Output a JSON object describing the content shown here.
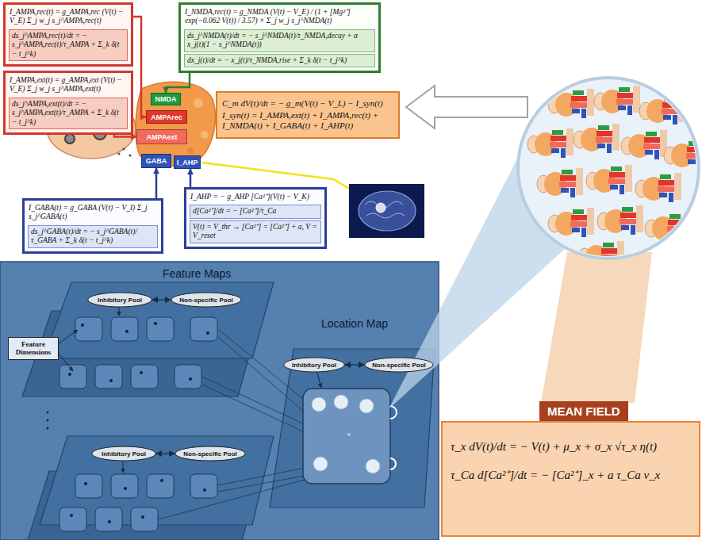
{
  "diagram": {
    "nodes": [
      {
        "text": [
          "I_AMPA,rec(t) = g_AMPA,rec (V(t) − V_E) Σ_j w_j s_j^AMPA,rec(t)",
          "ds_j^AMPA,rec(t)/dt = − s_j^AMPA,rec(t)/τ_AMPA + Σ_k δ(t − t_j^k)"
        ]
      },
      {
        "text": [
          "I_AMPA,ext(t) = g_AMPA,ext (V(t) − V_E) Σ_j w_j s_j^AMPA,ext(t)",
          "ds_j^AMPA,ext(t)/dt = − s_j^AMPA,ext(t)/τ_AMPA + Σ_k δ(t − t_j^k)"
        ]
      },
      {
        "text": [
          "I_NMDA,rec(t) = g_NMDA (V(t) − V_E) / (1 + [Mg²⁺] exp(−0.062 V(t)) / 3.57) × Σ_j w_j s_j^NMDA(t)",
          "ds_j^NMDA(t)/dt = − s_j^NMDA(t)/τ_NMDA,decay + α x_j(t)(1 − s_j^NMDA(t))",
          "dx_j(t)/dt = − x_j(t)/τ_NMDA,rise + Σ_k δ(t − t_j^k)"
        ]
      },
      {
        "text": [
          "NMDA"
        ]
      },
      {
        "text": [
          "AMPArec"
        ]
      },
      {
        "text": [
          "AMPAext"
        ]
      },
      {
        "text": [
          "GABA"
        ]
      },
      {
        "text": [
          "I_AHP"
        ]
      },
      {
        "text": [
          "C_m dV(t)/dt = − g_m(V(t) − V_L) − I_syn(t)",
          "I_syn(t) = I_AMPA,ext(t) + I_AMPA,rec(t) + I_NMDA(t) + I_GABA(t) + I_AHP(t)"
        ]
      },
      {
        "text": [
          "I_GABA(t) = g_GABA (V(t) − V_I) Σ_j s_j^GABA(t)",
          "ds_j^GABA(t)/dt = − s_j^GABA(t)/τ_GABA + Σ_k δ(t − t_j^k)"
        ]
      },
      {
        "text": [
          "I_AHP = − g_AHP [Ca²⁺](V(t) − V_K)",
          "d[Ca²⁺]/dt = − [Ca²⁺]/τ_Ca",
          "V(t) = V_thr → [Ca²⁺] = [Ca²⁺] + a, V = V_reset"
        ]
      },
      {
        "text": [
          "Feature Maps"
        ]
      },
      {
        "text": [
          "Inhibitory Pool"
        ],
        "in": 11
      },
      {
        "text": [
          "Non-specific Pool"
        ],
        "in": 11
      },
      {
        "text": [
          "Feature Dimensions"
        ],
        "in": 11
      },
      {
        "text": [
          "Location Map"
        ],
        "in": 11
      },
      {
        "text": [
          "Inhibitory Pool"
        ],
        "in": 15
      },
      {
        "text": [
          "Non-specific Pool"
        ],
        "in": 15
      },
      {
        "text": [
          "Inhibitory Pool"
        ],
        "in": 11
      },
      {
        "text": [
          "Non-specific Pool"
        ],
        "in": 11
      },
      {
        "text": [
          "MEAN FIELD",
          "τ_x dV(t)/dt = − V(t) + μ_x + σ_x √τ_x η(t)",
          "τ_Ca d[Ca²⁺]/dt = − [Ca²⁺]_x + a τ_Ca v_x"
        ]
      }
    ],
    "edges": [
      {
        "from": 0,
        "to": 4,
        "arrow": "to"
      },
      {
        "from": 1,
        "to": 5,
        "arrow": "to"
      },
      {
        "from": 2,
        "to": 3,
        "arrow": "to"
      },
      {
        "from": 9,
        "to": 6,
        "arrow": "to"
      },
      {
        "from": 10,
        "to": 7,
        "arrow": "to"
      },
      {
        "from": 12,
        "to": 13,
        "arrow": "both"
      },
      {
        "from": 16,
        "to": 17,
        "arrow": "both"
      },
      {
        "from": 18,
        "to": 19,
        "arrow": "both"
      }
    ]
  }
}
